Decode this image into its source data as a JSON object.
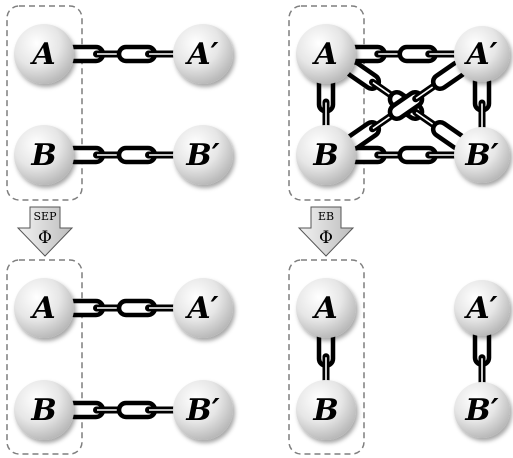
{
  "panels": [
    {
      "id": "top-left",
      "nodes": {
        "A": "A",
        "B": "B",
        "A2": "A′",
        "B2": "B′"
      }
    },
    {
      "id": "top-right",
      "nodes": {
        "A": "A",
        "B": "B",
        "A2": "A′",
        "B2": "B′"
      }
    },
    {
      "id": "bottom-left",
      "nodes": {
        "A": "A",
        "B": "B",
        "A2": "A′",
        "B2": "B′"
      }
    },
    {
      "id": "bottom-right",
      "nodes": {
        "A": "A",
        "B": "B",
        "A2": "A′",
        "B2": "B′"
      }
    }
  ],
  "arrows": {
    "left": {
      "label": "SEP",
      "symbol": "Φ"
    },
    "right": {
      "label": "EB",
      "symbol": "Φ"
    }
  },
  "colors": {
    "node_fill_light": "#ffffff",
    "node_fill_dark": "#c4c4c4",
    "chain": "#000000",
    "box_stroke": "#7f7f7f",
    "arrow_fill": "#d9d9d9"
  }
}
